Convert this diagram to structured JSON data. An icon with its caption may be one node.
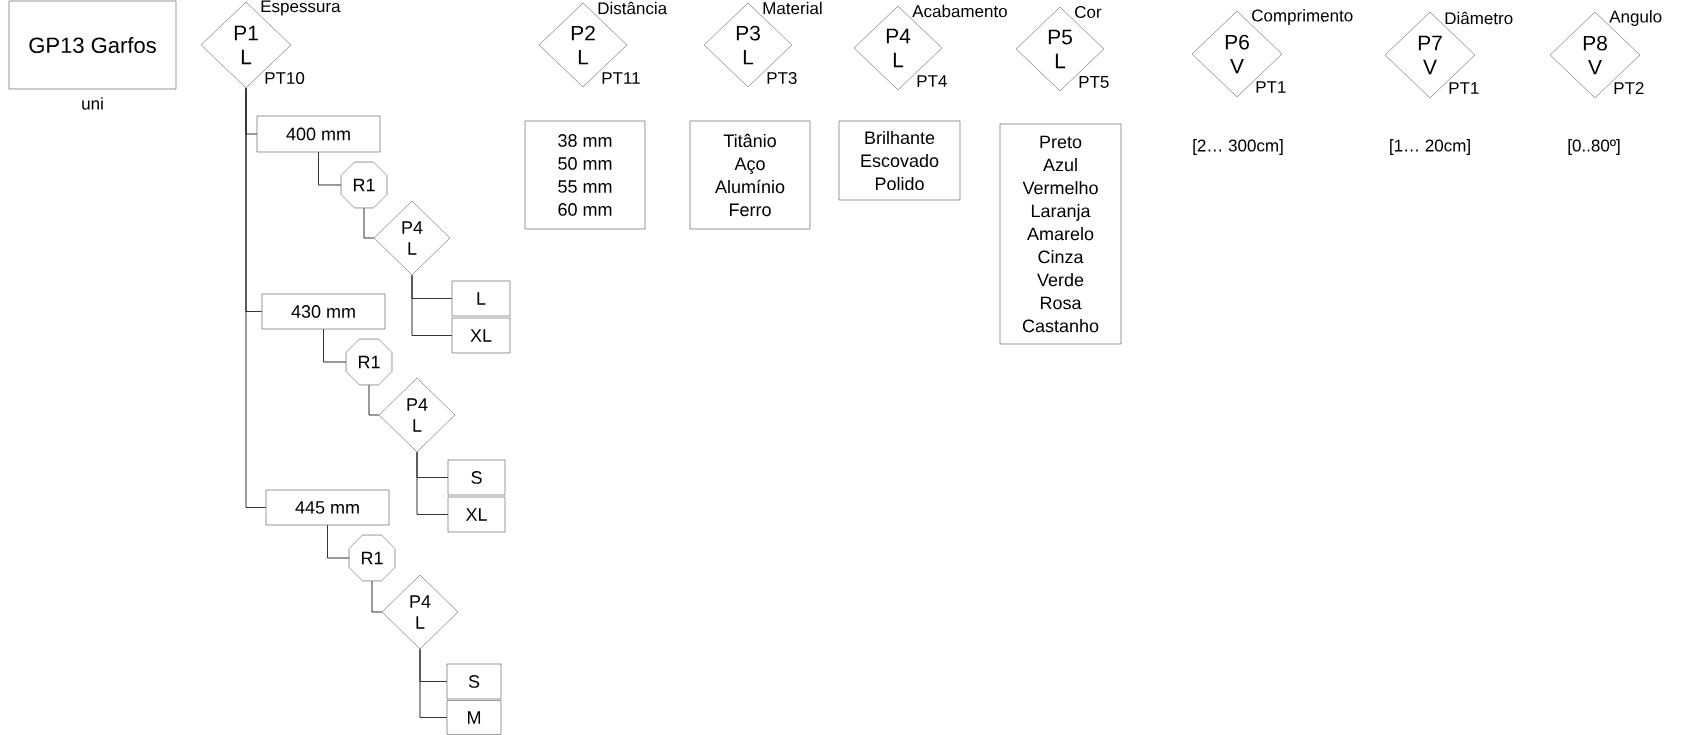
{
  "diagram": {
    "nodes": [
      {
        "text": [
          "GP13 Garfos"
        ],
        "beside": [
          "uni"
        ]
      },
      {
        "text": [
          "P1",
          "L"
        ],
        "beside": [
          "Espessura",
          "PT10"
        ]
      },
      {
        "text": [
          "P2",
          "L"
        ],
        "beside": [
          "Distância",
          "PT11"
        ]
      },
      {
        "text": [
          "P3",
          "L"
        ],
        "beside": [
          "Material",
          "PT3"
        ]
      },
      {
        "text": [
          "P4",
          "L"
        ],
        "beside": [
          "Acabamento",
          "PT4"
        ]
      },
      {
        "text": [
          "P5",
          "L"
        ],
        "beside": [
          "Cor",
          "PT5"
        ]
      },
      {
        "text": [
          "P6",
          "V"
        ],
        "beside": [
          "Comprimento",
          "PT1"
        ]
      },
      {
        "text": [
          "P7",
          "V"
        ],
        "beside": [
          "Diâmetro",
          "PT1"
        ]
      },
      {
        "text": [
          "P8",
          "V"
        ],
        "beside": [
          "Angulo",
          "PT2"
        ]
      },
      {
        "text": [
          "38 mm",
          "50 mm",
          "55 mm",
          "60 mm"
        ]
      },
      {
        "text": [
          "Titânio",
          "Aço",
          "Alumínio",
          "Ferro"
        ]
      },
      {
        "text": [
          "Brilhante",
          "Escovado",
          "Polido"
        ]
      },
      {
        "text": [
          "Preto",
          "Azul",
          "Vermelho",
          "Laranja",
          "Amarelo",
          "Cinza",
          "Verde",
          "Rosa",
          "Castanho"
        ]
      },
      {
        "text": [
          "400 mm"
        ]
      },
      {
        "text": [
          "R1"
        ]
      },
      {
        "text": [
          "P4",
          "L"
        ]
      },
      {
        "text": [
          "L"
        ]
      },
      {
        "text": [
          "XL"
        ]
      },
      {
        "text": [
          "430 mm"
        ]
      },
      {
        "text": [
          "R1"
        ]
      },
      {
        "text": [
          "P4",
          "L"
        ]
      },
      {
        "text": [
          "S"
        ]
      },
      {
        "text": [
          "XL"
        ]
      },
      {
        "text": [
          "445 mm"
        ]
      },
      {
        "text": [
          "R1"
        ]
      },
      {
        "text": [
          "P4",
          "L"
        ]
      },
      {
        "text": [
          "S"
        ]
      },
      {
        "text": [
          "M"
        ]
      }
    ],
    "edges": [
      {
        "from": 1,
        "to": 13,
        "arrow": "none"
      },
      {
        "from": 1,
        "to": 18,
        "arrow": "none"
      },
      {
        "from": 1,
        "to": 23,
        "arrow": "none"
      },
      {
        "from": 13,
        "to": 14,
        "arrow": "none"
      },
      {
        "from": 14,
        "to": 15,
        "arrow": "none"
      },
      {
        "from": 15,
        "to": 16,
        "arrow": "none"
      },
      {
        "from": 15,
        "to": 17,
        "arrow": "none"
      },
      {
        "from": 18,
        "to": 19,
        "arrow": "none"
      },
      {
        "from": 19,
        "to": 20,
        "arrow": "none"
      },
      {
        "from": 20,
        "to": 21,
        "arrow": "none"
      },
      {
        "from": 20,
        "to": 22,
        "arrow": "none"
      },
      {
        "from": 23,
        "to": 24,
        "arrow": "none"
      },
      {
        "from": 24,
        "to": 25,
        "arrow": "none"
      },
      {
        "from": 25,
        "to": 26,
        "arrow": "none"
      },
      {
        "from": 25,
        "to": 27,
        "arrow": "none"
      }
    ],
    "labels": [
      "[2… 300cm]",
      "[1… 20cm]",
      "[0..80º]"
    ]
  }
}
